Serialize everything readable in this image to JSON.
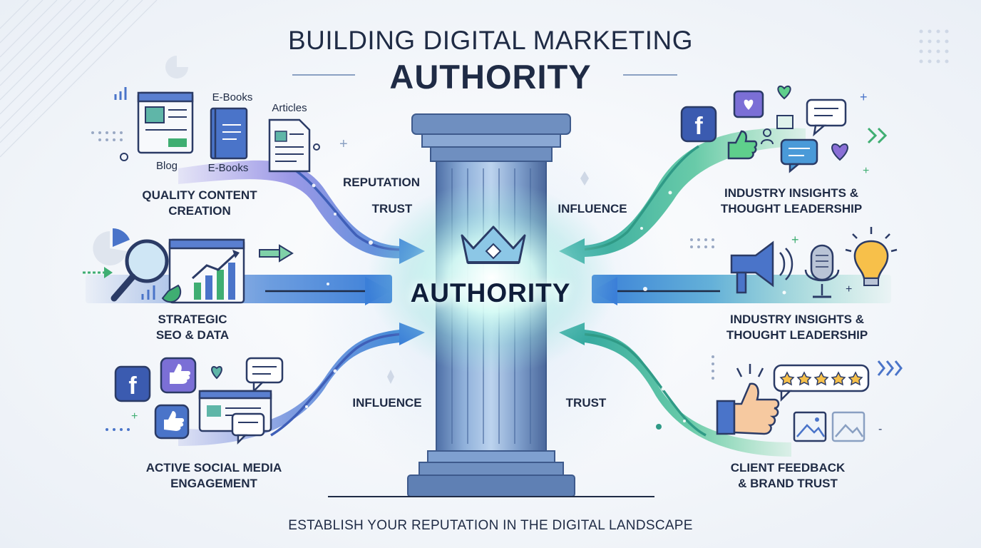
{
  "title": {
    "line1": "BUILDING DIGITAL MARKETING",
    "line2": "AUTHORITY"
  },
  "center": {
    "label": "AUTHORITY",
    "icon": "crown-icon"
  },
  "connector_labels": {
    "reputation": "REPUTATION",
    "trust_top": "TRUST",
    "influence_top": "INFLUENCE",
    "influence_bottom": "INFLUENCE",
    "trust_bottom": "TRUST"
  },
  "left_groups": [
    {
      "title_lines": [
        "QUALITY CONTENT",
        "CREATION"
      ],
      "items": [
        "Blog",
        "E-Books",
        "E-Books",
        "Articles"
      ],
      "icons": [
        "blog-page-icon",
        "ebook-icon",
        "article-document-icon"
      ]
    },
    {
      "title_lines": [
        "STRATEGIC",
        "SEO & DATA"
      ],
      "icons": [
        "magnifier-icon",
        "growth-chart-icon",
        "pie-chart-icon"
      ]
    },
    {
      "title_lines": [
        "ACTIVE SOCIAL MEDIA",
        "ENGAGEMENT"
      ],
      "icons": [
        "facebook-icon",
        "thumbs-up-icon",
        "chat-bubble-icon",
        "social-post-icon"
      ]
    }
  ],
  "right_groups": [
    {
      "title_lines": [
        "INDUSTRY INSIGHTS &",
        "THOUGHT LEADERSHIP"
      ],
      "icons": [
        "facebook-icon",
        "heart-icon",
        "like-icon",
        "chat-bubble-icon"
      ]
    },
    {
      "title_lines": [
        "INDUSTRY INSIGHTS &",
        "THOUGHT LEADERSHIP"
      ],
      "icons": [
        "megaphone-icon",
        "microphone-icon",
        "lightbulb-icon"
      ]
    },
    {
      "title_lines": [
        "CLIENT FEEDBACK",
        "& BRAND TRUST"
      ],
      "icons": [
        "thumbs-up-hand-icon",
        "five-star-rating-icon",
        "image-gallery-icon"
      ]
    }
  ],
  "footer": "ESTABLISH YOUR REPUTATION IN THE DIGITAL LANDSCAPE",
  "colors": {
    "navy": "#1f2b45",
    "blue": "#4a74c9",
    "purple": "#7b6fd6",
    "teal": "#3fb8a0",
    "green": "#3fae72",
    "pillar": "#5f84b8"
  }
}
